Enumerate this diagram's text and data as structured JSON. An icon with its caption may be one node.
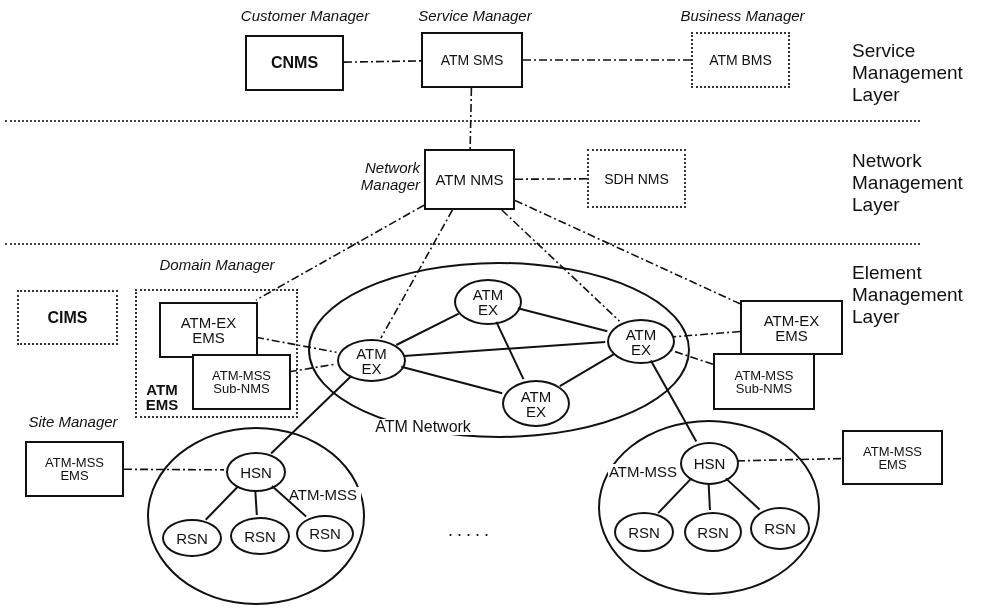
{
  "diagram": {
    "nodes": [
      {
        "text": [
          "CNMS"
        ],
        "beside": [
          "Customer Manager"
        ]
      },
      {
        "text": [
          "ATM SMS"
        ],
        "beside": [
          "Service Manager"
        ]
      },
      {
        "text": [
          "ATM BMS"
        ],
        "beside": [
          "Business Manager"
        ]
      },
      {
        "text": [
          "ATM NMS"
        ],
        "beside": [
          "Network Manager"
        ]
      },
      {
        "text": [
          "SDH NMS"
        ]
      },
      {
        "text": [
          "CIMS"
        ]
      },
      {
        "text": [
          "ATM EMS"
        ],
        "beside": [
          "Domain Manager"
        ]
      },
      {
        "text": [
          "ATM-EX EMS"
        ],
        "in": 6
      },
      {
        "text": [
          "ATM-MSS Sub-NMS"
        ],
        "in": 6
      },
      {
        "text": [
          "ATM Network"
        ]
      },
      {
        "text": [
          "ATM EX"
        ],
        "in": 9
      },
      {
        "text": [
          "ATM EX"
        ],
        "in": 9
      },
      {
        "text": [
          "ATM EX"
        ],
        "in": 9
      },
      {
        "text": [
          "ATM EX"
        ],
        "in": 9
      },
      {
        "text": [
          "ATM-EX EMS"
        ]
      },
      {
        "text": [
          "ATM-MSS Sub-NMS"
        ]
      },
      {
        "text": [
          "ATM-MSS EMS"
        ],
        "beside": [
          "Site Manager"
        ]
      },
      {
        "text": [
          "ATM-MSS"
        ]
      },
      {
        "text": [
          "HSN"
        ],
        "in": 17
      },
      {
        "text": [
          "RSN"
        ],
        "in": 17
      },
      {
        "text": [
          "RSN"
        ],
        "in": 17
      },
      {
        "text": [
          "RSN"
        ],
        "in": 17
      },
      {
        "text": [
          "ATM-MSS"
        ]
      },
      {
        "text": [
          "HSN"
        ],
        "in": 22
      },
      {
        "text": [
          "RSN"
        ],
        "in": 22
      },
      {
        "text": [
          "RSN"
        ],
        "in": 22
      },
      {
        "text": [
          "RSN"
        ],
        "in": 22
      },
      {
        "text": [
          "ATM-MSS EMS"
        ]
      }
    ],
    "edges": [
      {
        "from": 0,
        "to": 1,
        "arrow": "none",
        "style": "dashed"
      },
      {
        "from": 1,
        "to": 2,
        "arrow": "none",
        "style": "dashed"
      },
      {
        "from": 1,
        "to": 3,
        "arrow": "none",
        "style": "dashed"
      },
      {
        "from": 3,
        "to": 4,
        "arrow": "none",
        "style": "dashed"
      },
      {
        "from": 3,
        "to": 7,
        "arrow": "none",
        "style": "dashed"
      },
      {
        "from": 3,
        "to": 10,
        "arrow": "none",
        "style": "dashed"
      },
      {
        "from": 3,
        "to": 12,
        "arrow": "none",
        "style": "dashed"
      },
      {
        "from": 3,
        "to": 14,
        "arrow": "none",
        "style": "dashed"
      },
      {
        "from": 7,
        "to": 10,
        "arrow": "none",
        "style": "dashed"
      },
      {
        "from": 8,
        "to": 10,
        "arrow": "none",
        "style": "dashed"
      },
      {
        "from": 14,
        "to": 12,
        "arrow": "none",
        "style": "dashed"
      },
      {
        "from": 15,
        "to": 12,
        "arrow": "none",
        "style": "dashed"
      },
      {
        "from": 10,
        "to": 11,
        "arrow": "none"
      },
      {
        "from": 10,
        "to": 12,
        "arrow": "none"
      },
      {
        "from": 10,
        "to": 13,
        "arrow": "none"
      },
      {
        "from": 11,
        "to": 12,
        "arrow": "none"
      },
      {
        "from": 11,
        "to": 13,
        "arrow": "none"
      },
      {
        "from": 12,
        "to": 13,
        "arrow": "none"
      },
      {
        "from": 10,
        "to": 18,
        "arrow": "none"
      },
      {
        "from": 12,
        "to": 23,
        "arrow": "none"
      },
      {
        "from": 18,
        "to": 19,
        "arrow": "none"
      },
      {
        "from": 18,
        "to": 20,
        "arrow": "none"
      },
      {
        "from": 18,
        "to": 21,
        "arrow": "none"
      },
      {
        "from": 23,
        "to": 24,
        "arrow": "none"
      },
      {
        "from": 23,
        "to": 25,
        "arrow": "none"
      },
      {
        "from": 23,
        "to": 26,
        "arrow": "none"
      },
      {
        "from": 16,
        "to": 18,
        "arrow": "none",
        "style": "dashed"
      },
      {
        "from": 23,
        "to": 27,
        "arrow": "none",
        "style": "dashed"
      }
    ],
    "labels": [
      "Service Management Layer",
      "Network Management Layer",
      "Element Management Layer",
      "....."
    ]
  }
}
